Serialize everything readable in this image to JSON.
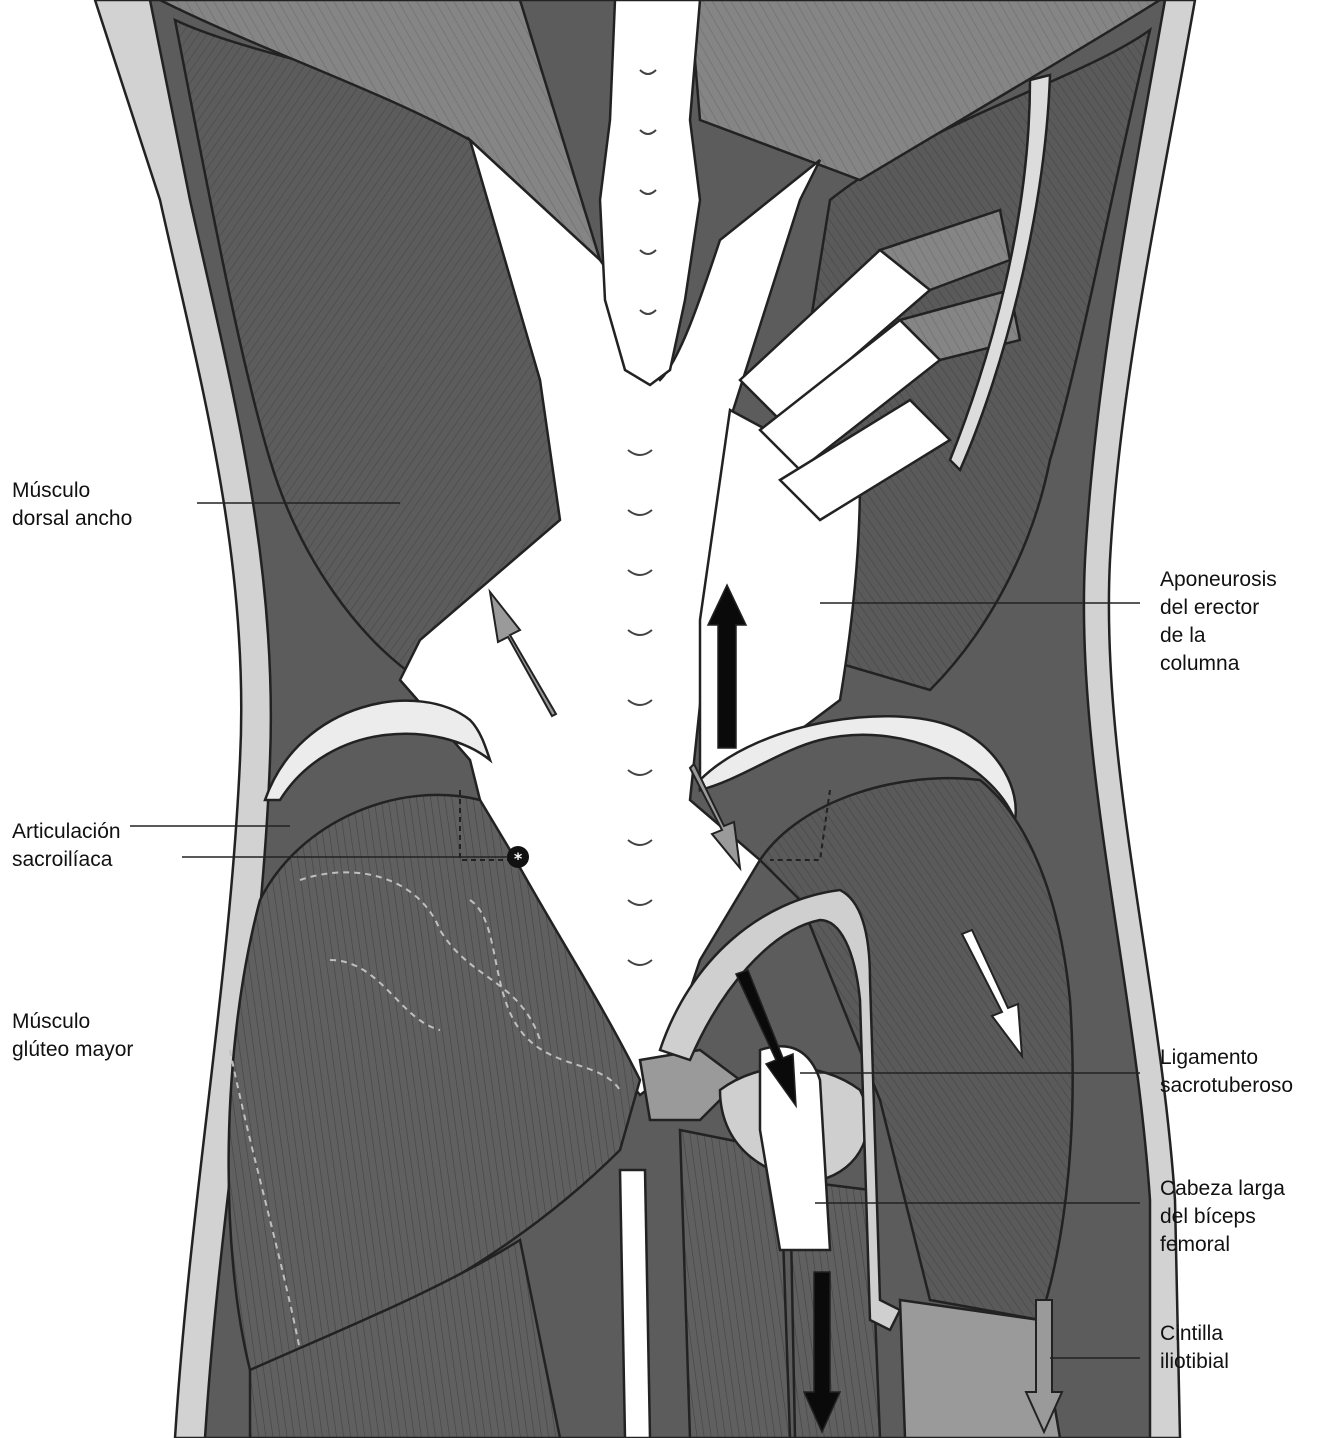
{
  "labels": {
    "dorsal": {
      "line1": "Músculo",
      "line2": "dorsal ancho"
    },
    "aponeurosis": {
      "line1": "Aponeurosis",
      "line2": "del erector",
      "line3": "de la",
      "line4": "columna"
    },
    "sacroiliaca": {
      "line1": "Articulación",
      "line2": "sacroilíaca"
    },
    "gluteo": {
      "line1": "Músculo",
      "line2": "glúteo mayor"
    },
    "sacrotuberoso": {
      "line1": "Ligamento",
      "line2": "sacrotuberoso"
    },
    "biceps": {
      "line1": "Cabeza larga",
      "line2": "del bíceps",
      "line3": "femoral"
    },
    "cintilla": {
      "line1": "Cintilla",
      "line2": "iliotibial"
    }
  },
  "colors": {
    "muscle": "#5c5c5c",
    "muscle_light": "#8a8a8a",
    "fascia": "#ffffff",
    "bone": "#bdbdbd",
    "skin": "#d2d2d2",
    "arrow_black": "#0a0a0a",
    "arrow_gray": "#9a9a9a",
    "arrow_white": "#ffffff"
  }
}
